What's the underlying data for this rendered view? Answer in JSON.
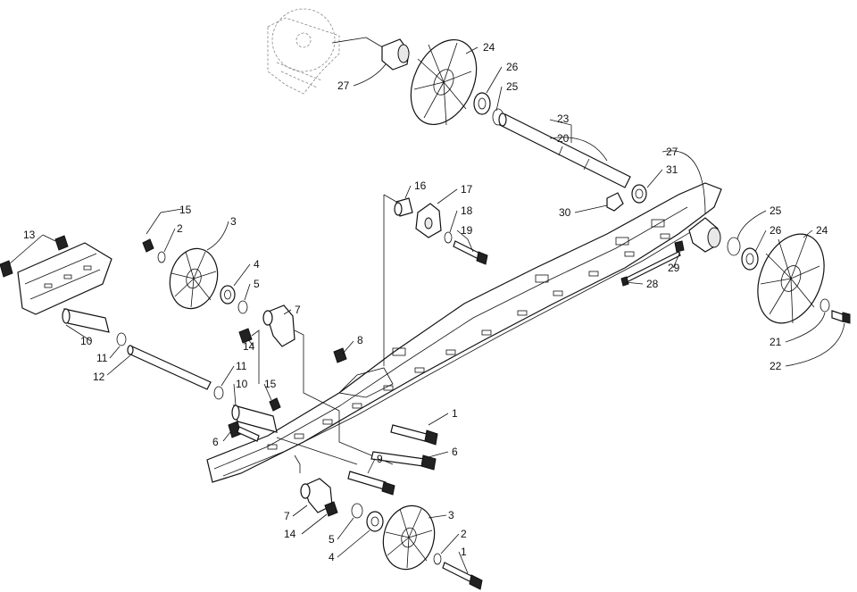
{
  "diagram": {
    "callouts": [
      {
        "id": "c24a",
        "text": "24"
      },
      {
        "id": "c26a",
        "text": "26"
      },
      {
        "id": "c25a",
        "text": "25"
      },
      {
        "id": "c27a",
        "text": "27"
      },
      {
        "id": "c23",
        "text": "23"
      },
      {
        "id": "c20",
        "text": "20"
      },
      {
        "id": "c27b",
        "text": "27"
      },
      {
        "id": "c31",
        "text": "31"
      },
      {
        "id": "c30",
        "text": "30"
      },
      {
        "id": "c16",
        "text": "16"
      },
      {
        "id": "c17",
        "text": "17"
      },
      {
        "id": "c18",
        "text": "18"
      },
      {
        "id": "c19",
        "text": "19"
      },
      {
        "id": "c25b",
        "text": "25"
      },
      {
        "id": "c26b",
        "text": "26"
      },
      {
        "id": "c24b",
        "text": "24"
      },
      {
        "id": "c29",
        "text": "29"
      },
      {
        "id": "c28",
        "text": "28"
      },
      {
        "id": "c21",
        "text": "21"
      },
      {
        "id": "c22",
        "text": "22"
      },
      {
        "id": "c15a",
        "text": "15"
      },
      {
        "id": "c2a",
        "text": "2"
      },
      {
        "id": "c3a",
        "text": "3"
      },
      {
        "id": "c4a",
        "text": "4"
      },
      {
        "id": "c5a",
        "text": "5"
      },
      {
        "id": "c13",
        "text": "13"
      },
      {
        "id": "c7a",
        "text": "7"
      },
      {
        "id": "c8",
        "text": "8"
      },
      {
        "id": "c14a",
        "text": "14"
      },
      {
        "id": "c10a",
        "text": "10"
      },
      {
        "id": "c11a",
        "text": "11"
      },
      {
        "id": "c12",
        "text": "12"
      },
      {
        "id": "c11b",
        "text": "11"
      },
      {
        "id": "c10b",
        "text": "10"
      },
      {
        "id": "c15b",
        "text": "15"
      },
      {
        "id": "c1a",
        "text": "1"
      },
      {
        "id": "c6a",
        "text": "6"
      },
      {
        "id": "c6b",
        "text": "6"
      },
      {
        "id": "c9",
        "text": "9"
      },
      {
        "id": "c7b",
        "text": "7"
      },
      {
        "id": "c14b",
        "text": "14"
      },
      {
        "id": "c5b",
        "text": "5"
      },
      {
        "id": "c4b",
        "text": "4"
      },
      {
        "id": "c3b",
        "text": "3"
      },
      {
        "id": "c2b",
        "text": "2"
      },
      {
        "id": "c1b",
        "text": "1"
      }
    ]
  }
}
